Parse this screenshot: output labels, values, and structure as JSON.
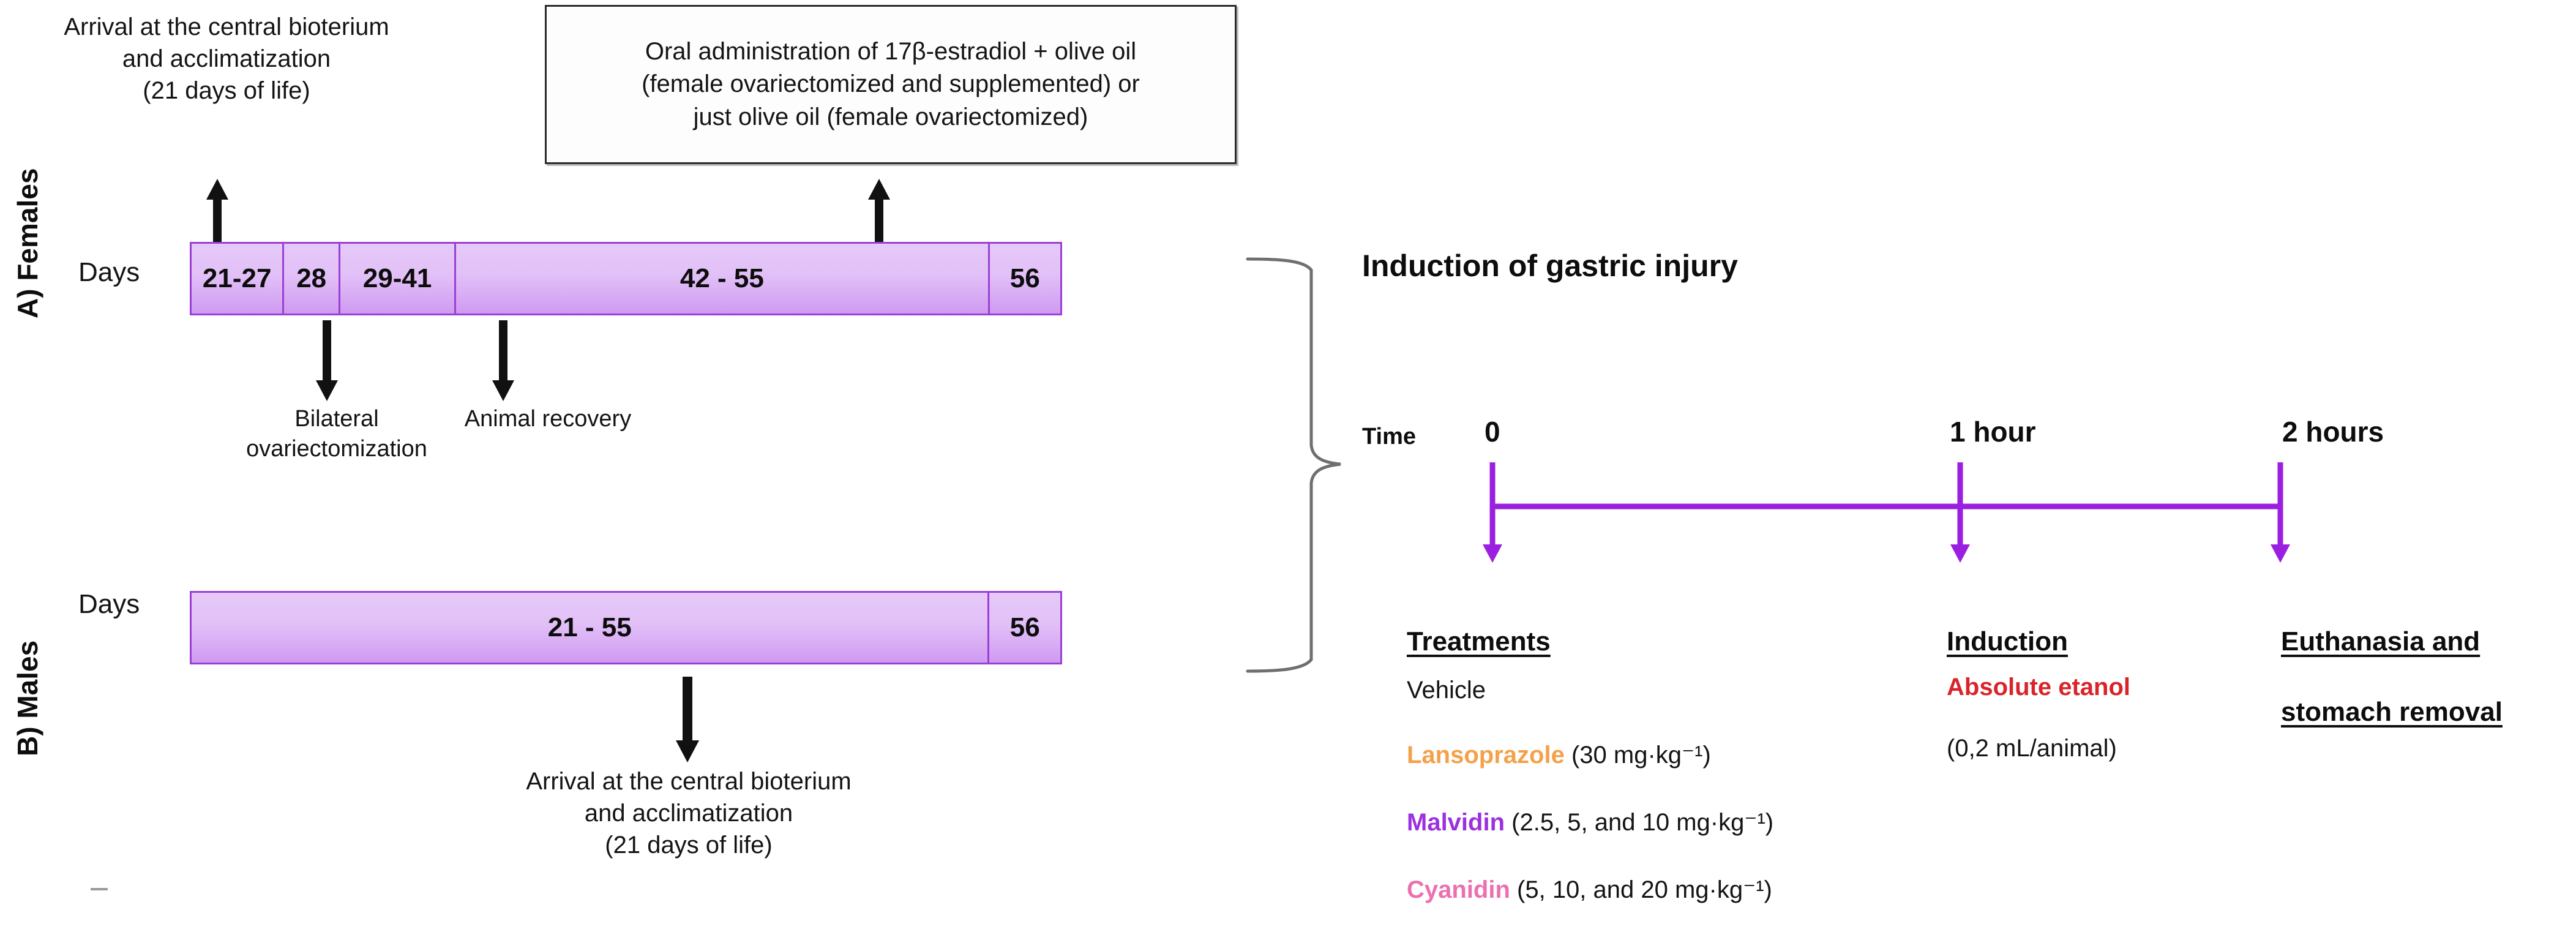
{
  "sections": {
    "females_label": "A) Females",
    "males_label": "B) Males"
  },
  "callouts": {
    "arrival_top": "Arrival at the central bioterium\nand  acclimatization\n(21 days of life)",
    "oral_admin": "Oral administration of 17β-estradiol  + olive oil\n(female ovariectomized and supplemented) or\njust olive oil (female ovariectomized)",
    "ovariectomization": "Bilateral\novariectomization",
    "animal_recovery": "Animal recovery",
    "arrival_bottom": "Arrival at the central bioterium\nand acclimatization\n(21 days of life)"
  },
  "females_timeline": {
    "days_label": "Days",
    "segments": [
      {
        "label": "21-27"
      },
      {
        "label": "28"
      },
      {
        "label": "29-41"
      },
      {
        "label": "42 - 55"
      },
      {
        "label": "56"
      }
    ]
  },
  "males_timeline": {
    "days_label": "Days",
    "segments": [
      {
        "label": "21 - 55"
      },
      {
        "label": "56"
      }
    ]
  },
  "induction_panel": {
    "title": "Induction of gastric injury",
    "time_word": "Time",
    "time_points": [
      "0",
      "1 hour",
      "2 hours"
    ],
    "columns": [
      {
        "heading": "Treatments",
        "heading_lines": [
          "Treatments"
        ],
        "items": [
          {
            "name": "Vehicle",
            "dose": "",
            "color": "#1f1f1f",
            "bold": false
          },
          {
            "name": "Lansoprazole",
            "dose": " (30 mg·kg⁻¹)",
            "color": "#f4a14a",
            "bold": true
          },
          {
            "name": "Malvidin",
            "dose": " (2.5, 5, and 10 mg·kg⁻¹)",
            "color": "#9b30e0",
            "bold": true
          },
          {
            "name": "Cyanidin",
            "dose": " (5, 10, and 20 mg·kg⁻¹)",
            "color": "#ec6fb0",
            "bold": true
          }
        ]
      },
      {
        "heading": "Induction",
        "heading_lines": [
          "Induction"
        ],
        "items": [
          {
            "name": "Absolute etanol",
            "dose": "",
            "color": "#d8242a",
            "bold": true
          },
          {
            "name": "(0,2 mL/animal)",
            "dose": "",
            "color": "#1f1f1f",
            "bold": false
          }
        ]
      },
      {
        "heading": "Euthanasia and\nstomach removal",
        "heading_lines": [
          "Euthanasia and",
          "stomach removal"
        ],
        "items": []
      }
    ]
  },
  "colors": {
    "bar_border": "#9b3fd4",
    "bar_fill_top": "#e6c9f8",
    "bar_fill_bottom": "#cf9af2",
    "timeline_purple": "#9b1fe0",
    "brace_gray": "#6f6f6f",
    "lansoprazole": "#f4a14a",
    "malvidin": "#9b30e0",
    "cyanidin": "#ec6fb0",
    "etanol_red": "#d8242a"
  }
}
